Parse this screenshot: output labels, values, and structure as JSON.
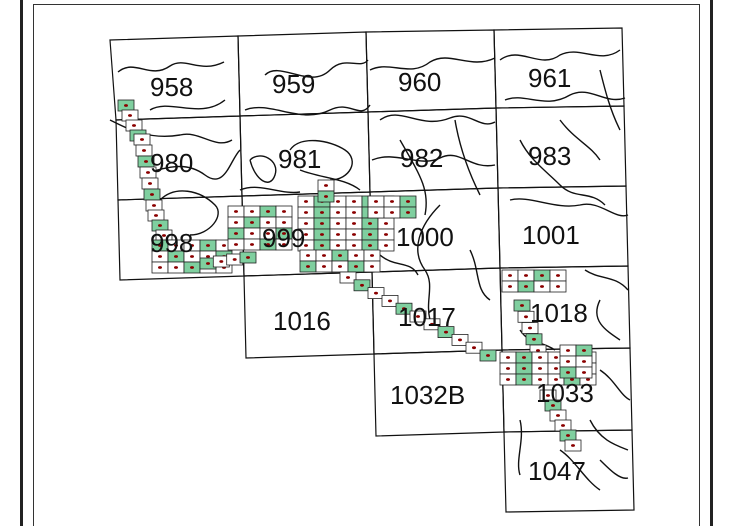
{
  "map": {
    "sheets": [
      {
        "id": "s958",
        "label": "958"
      },
      {
        "id": "s959",
        "label": "959"
      },
      {
        "id": "s960",
        "label": "960"
      },
      {
        "id": "s961",
        "label": "961"
      },
      {
        "id": "s980",
        "label": "980"
      },
      {
        "id": "s981",
        "label": "981"
      },
      {
        "id": "s982",
        "label": "982"
      },
      {
        "id": "s983",
        "label": "983"
      },
      {
        "id": "s998",
        "label": "998"
      },
      {
        "id": "s999",
        "label": "999"
      },
      {
        "id": "s1000",
        "label": "1000"
      },
      {
        "id": "s1001",
        "label": "1001"
      },
      {
        "id": "s1016",
        "label": "1016"
      },
      {
        "id": "s1017",
        "label": "1017"
      },
      {
        "id": "s1018",
        "label": "1018"
      },
      {
        "id": "s1032B",
        "label": "1032B"
      },
      {
        "id": "s1033",
        "label": "1033"
      },
      {
        "id": "s1047",
        "label": "1047"
      }
    ],
    "colors": {
      "grid_fill": "#7fcf9f",
      "grid_stroke": "#222222",
      "dot": "#8b0000",
      "lines": "#111111"
    }
  }
}
